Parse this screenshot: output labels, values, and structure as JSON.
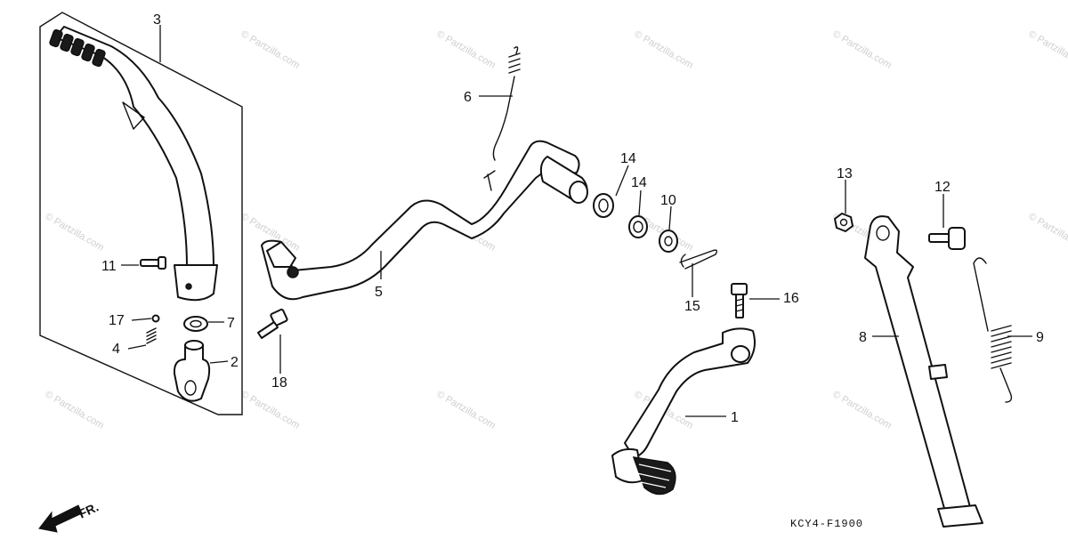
{
  "diagram": {
    "code": "KCY4-F1900",
    "direction_label": "FR.",
    "watermark": "© Partzilla.com",
    "callouts": [
      {
        "id": "n1",
        "text": "1"
      },
      {
        "id": "n2",
        "text": "2"
      },
      {
        "id": "n3",
        "text": "3"
      },
      {
        "id": "n4",
        "text": "4"
      },
      {
        "id": "n5",
        "text": "5"
      },
      {
        "id": "n6",
        "text": "6"
      },
      {
        "id": "n7",
        "text": "7"
      },
      {
        "id": "n8",
        "text": "8"
      },
      {
        "id": "n9",
        "text": "9"
      },
      {
        "id": "n10",
        "text": "10"
      },
      {
        "id": "n11",
        "text": "11"
      },
      {
        "id": "n12",
        "text": "12"
      },
      {
        "id": "n13",
        "text": "13"
      },
      {
        "id": "n14a",
        "text": "14"
      },
      {
        "id": "n14b",
        "text": "14"
      },
      {
        "id": "n15",
        "text": "15"
      },
      {
        "id": "n16",
        "text": "16"
      },
      {
        "id": "n17",
        "text": "17"
      },
      {
        "id": "n18",
        "text": "18"
      }
    ]
  }
}
